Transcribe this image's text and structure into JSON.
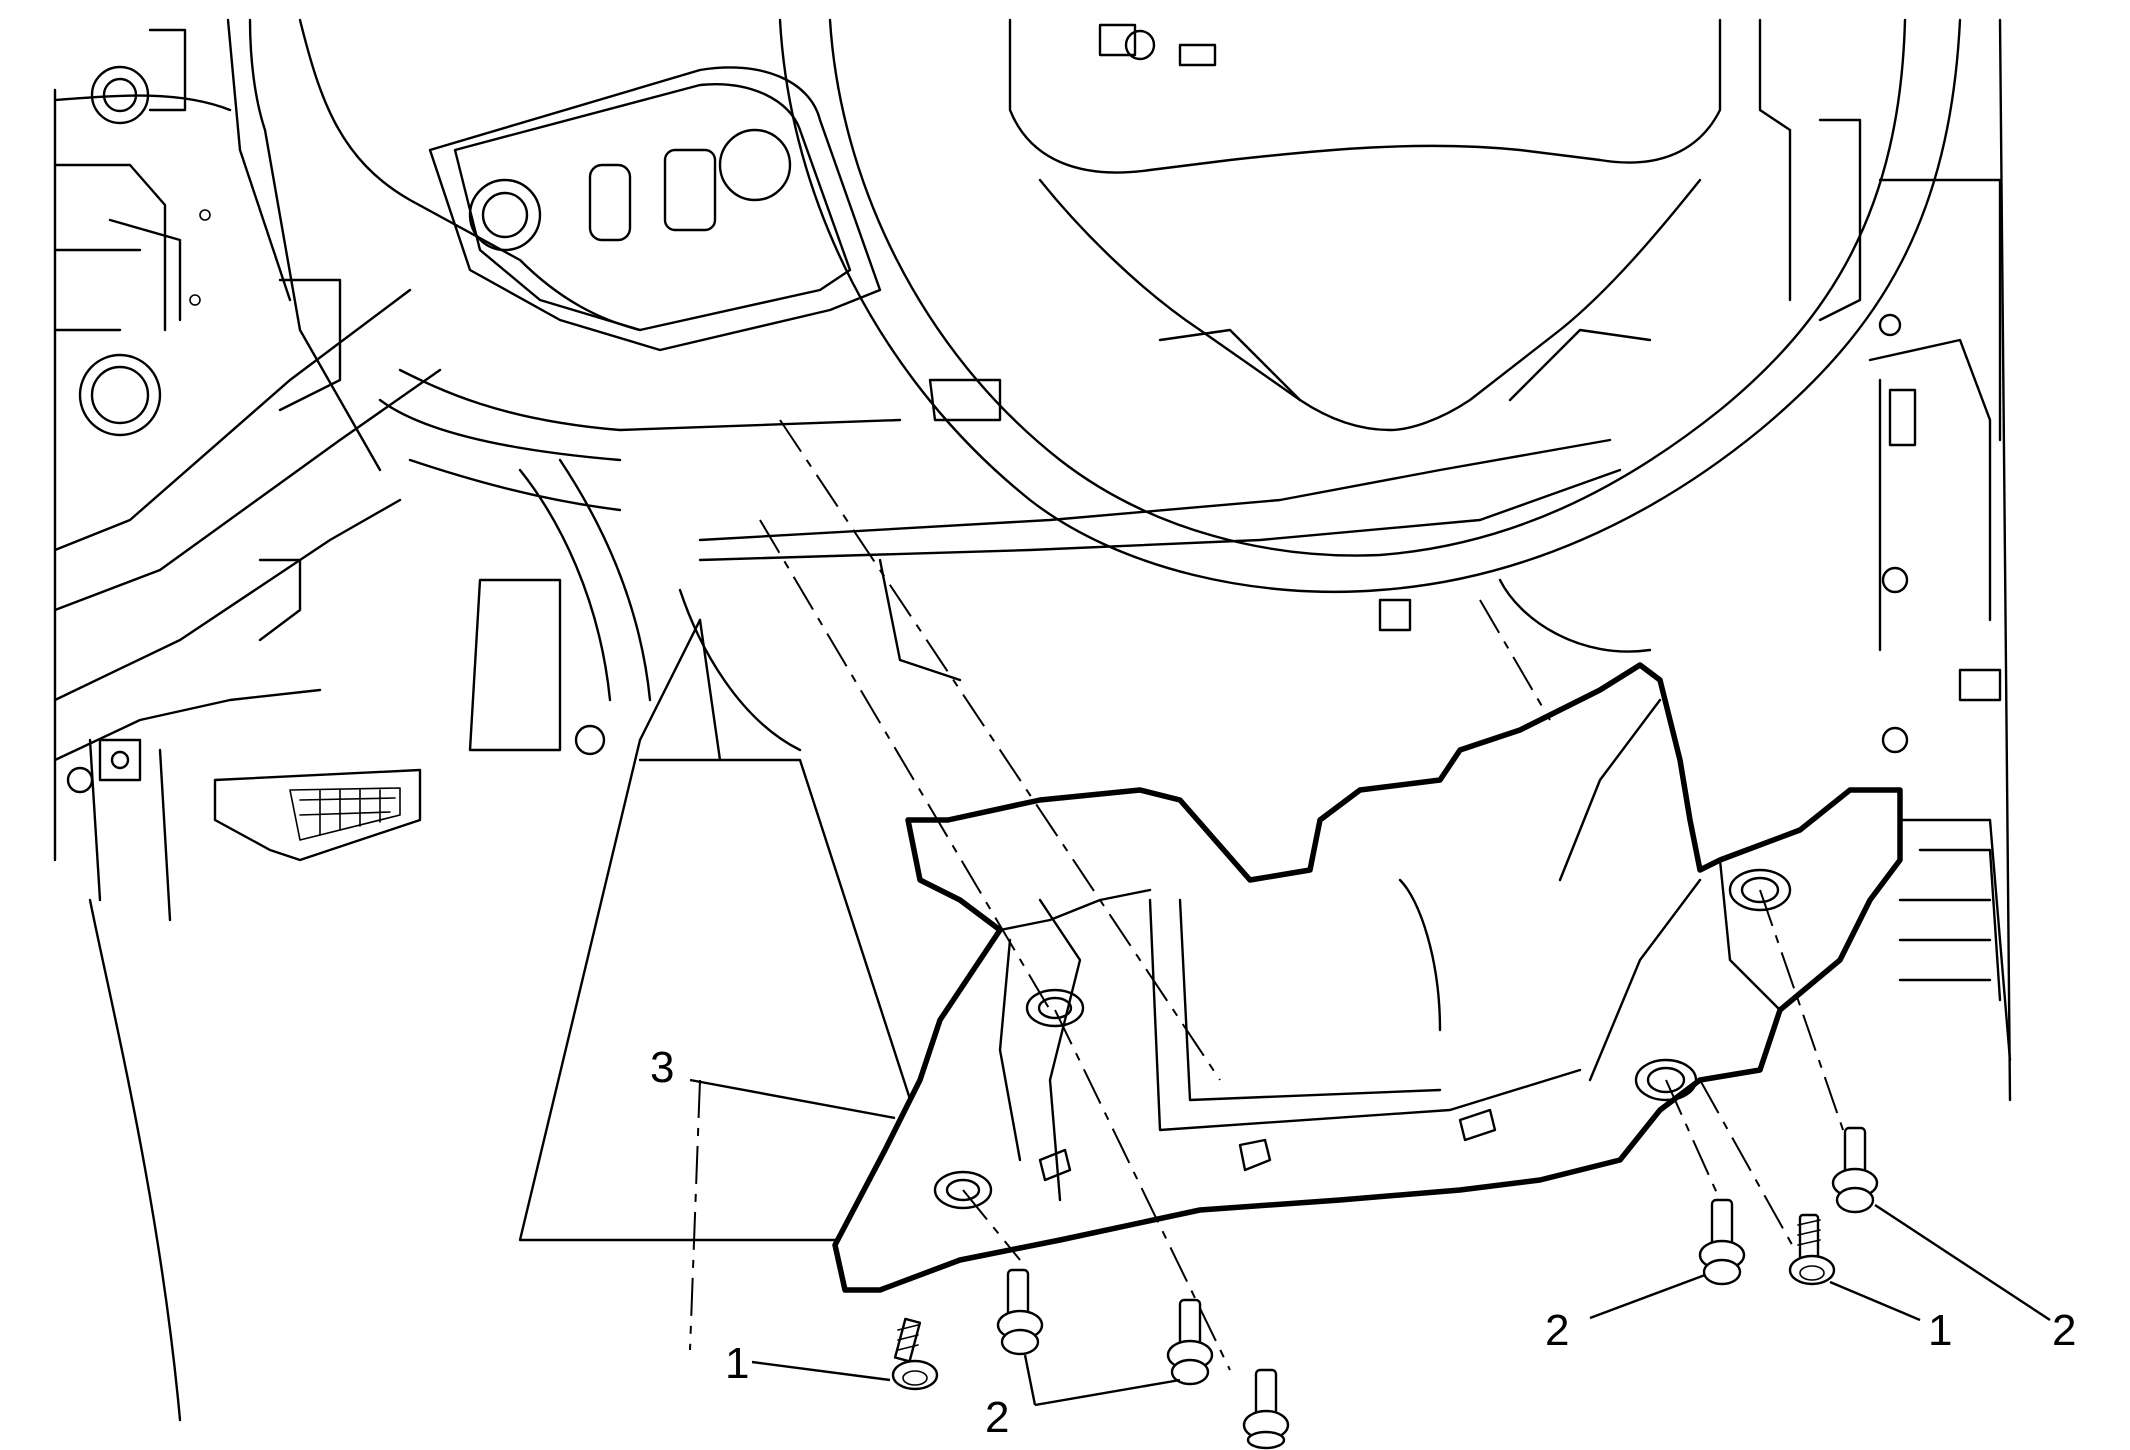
{
  "callouts": {
    "c1_left": "1",
    "c2_left": "2",
    "c3": "3",
    "c2_right_a": "2",
    "c1_right": "1",
    "c2_right_b": "2"
  }
}
